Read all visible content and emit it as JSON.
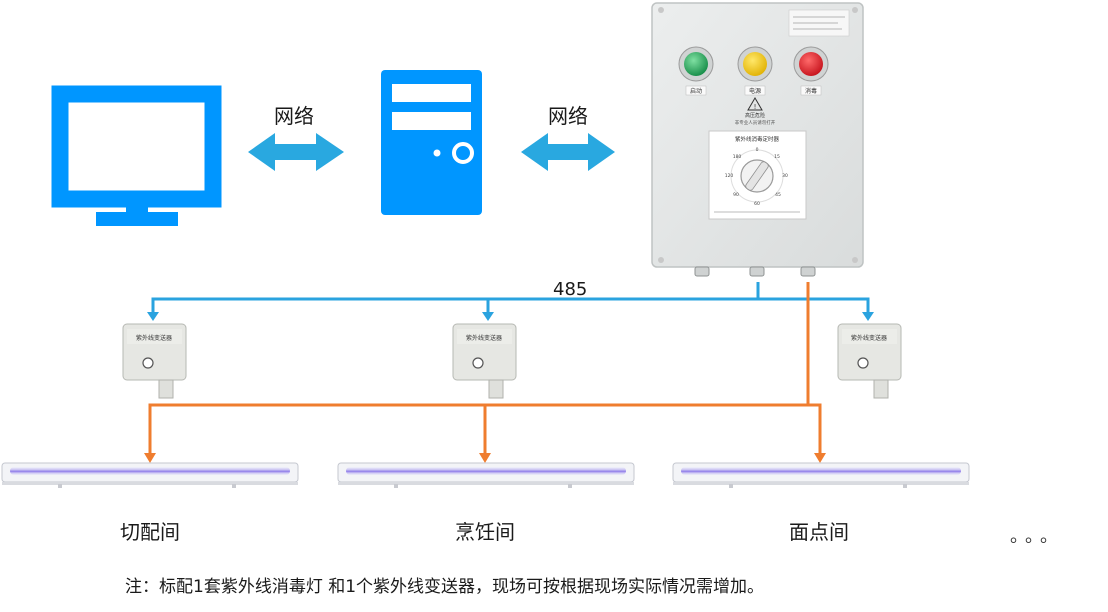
{
  "labels": {
    "network_left": "网络",
    "network_right": "网络",
    "bus": "485",
    "ellipsis": "。。。",
    "note": "注：标配1套紫外线消毒灯 和1个紫外线变送器，现场可按根据现场实际情况需增加。"
  },
  "control_box": {
    "lamp_labels": [
      "启动",
      "电源",
      "消毒"
    ],
    "warning_title": "高压危险",
    "warning_text": "非专业人员请勿打开",
    "timer_title": "紫外线消毒定时器",
    "timer_ticks": [
      "0",
      "15",
      "30",
      "45",
      "60",
      "90",
      "120",
      "180"
    ]
  },
  "transmitter": {
    "label": "紫外线变送器"
  },
  "rooms": [
    "切配间",
    "烹饪间",
    "面点间"
  ],
  "colors": {
    "icon_blue": "#0096ff",
    "arrow_blue": "#29a8e0",
    "bus_blue": "#2aa3df",
    "power_orange": "#ef7d2f"
  }
}
